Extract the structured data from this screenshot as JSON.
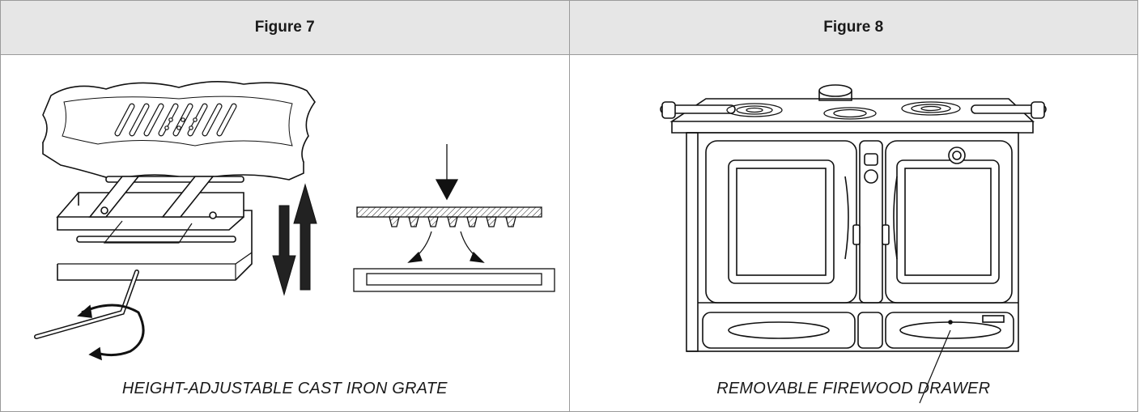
{
  "figures": [
    {
      "title": "Figure 7",
      "caption": "HEIGHT-ADJUSTABLE CAST IRON GRATE"
    },
    {
      "title": "Figure 8",
      "caption": "REMOVABLE FIREWOOD DRAWER"
    }
  ]
}
